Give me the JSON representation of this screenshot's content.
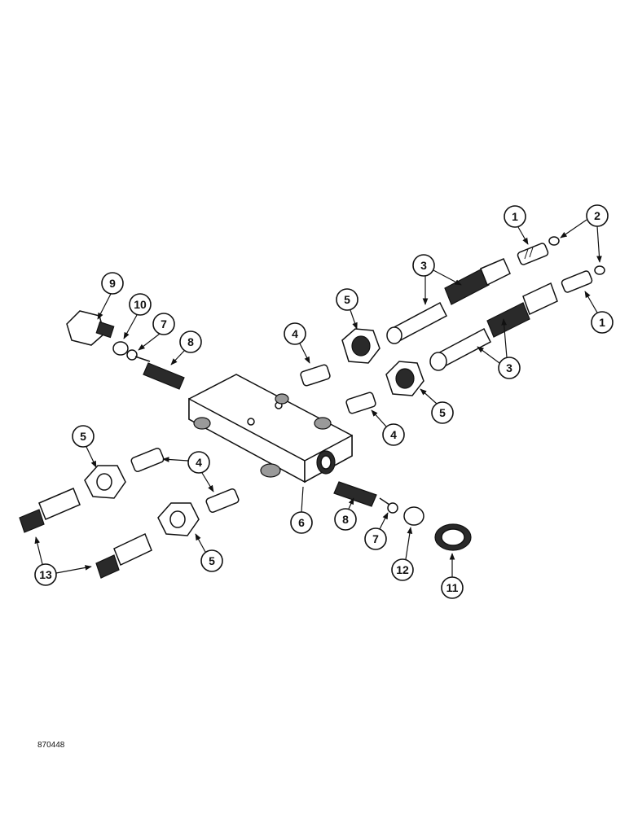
{
  "figure_id": "870448",
  "callouts": [
    {
      "label": "1"
    },
    {
      "label": "2"
    },
    {
      "label": "3"
    },
    {
      "label": "1"
    },
    {
      "label": "9"
    },
    {
      "label": "10"
    },
    {
      "label": "7"
    },
    {
      "label": "8"
    },
    {
      "label": "5"
    },
    {
      "label": "4"
    },
    {
      "label": "3"
    },
    {
      "label": "5"
    },
    {
      "label": "4"
    },
    {
      "label": "5"
    },
    {
      "label": "4"
    },
    {
      "label": "6"
    },
    {
      "label": "8"
    },
    {
      "label": "7"
    },
    {
      "label": "12"
    },
    {
      "label": "11"
    },
    {
      "label": "13"
    },
    {
      "label": "5"
    }
  ]
}
